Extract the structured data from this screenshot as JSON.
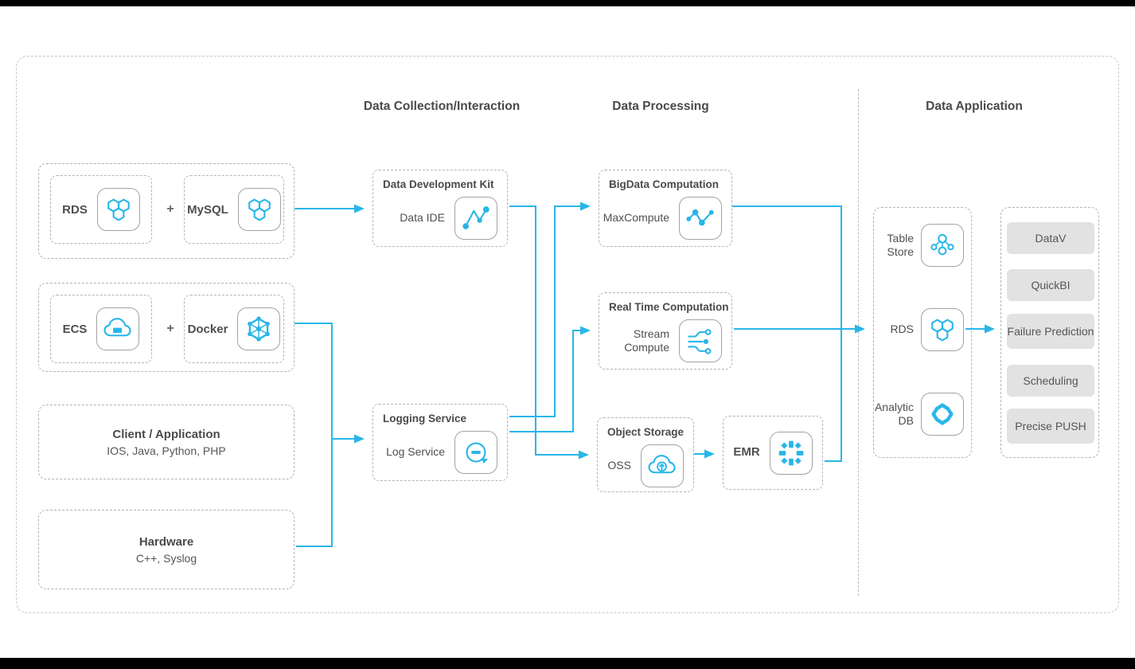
{
  "colors": {
    "accent": "#29b6e8",
    "dashed_border": "#b3b3b3",
    "text": "#4a4a4a",
    "pill_bg": "#e2e2e2"
  },
  "headers": {
    "collection": "Data Collection/Interaction",
    "processing": "Data Processing",
    "application": "Data Application"
  },
  "sources": {
    "db_group": {
      "left": "RDS",
      "plus": "+",
      "right": "MySQL"
    },
    "compute_group": {
      "left": "ECS",
      "plus": "+",
      "right": "Docker"
    },
    "client_group": {
      "title": "Client / Application",
      "subtitle": "IOS, Java, Python, PHP"
    },
    "hardware_group": {
      "title": "Hardware",
      "subtitle": "C++, Syslog"
    }
  },
  "collection": {
    "ddk": {
      "title": "Data Development Kit",
      "item": "Data IDE"
    },
    "logging": {
      "title": "Logging Service",
      "item": "Log Service"
    }
  },
  "processing": {
    "bigdata": {
      "title": "BigData Computation",
      "item": "MaxCompute"
    },
    "realtime": {
      "title": "Real Time Computation",
      "item": "Stream Compute"
    },
    "object_storage": {
      "title": "Object Storage",
      "item": "OSS"
    },
    "emr": {
      "label": "EMR"
    }
  },
  "application": {
    "stores": [
      {
        "label": "Table Store"
      },
      {
        "label": "RDS"
      },
      {
        "label": "Analytic DB"
      }
    ],
    "apps": [
      {
        "label": "DataV"
      },
      {
        "label": "QuickBI"
      },
      {
        "label": "Failure Prediction"
      },
      {
        "label": "Scheduling"
      },
      {
        "label": "Precise PUSH"
      }
    ]
  }
}
